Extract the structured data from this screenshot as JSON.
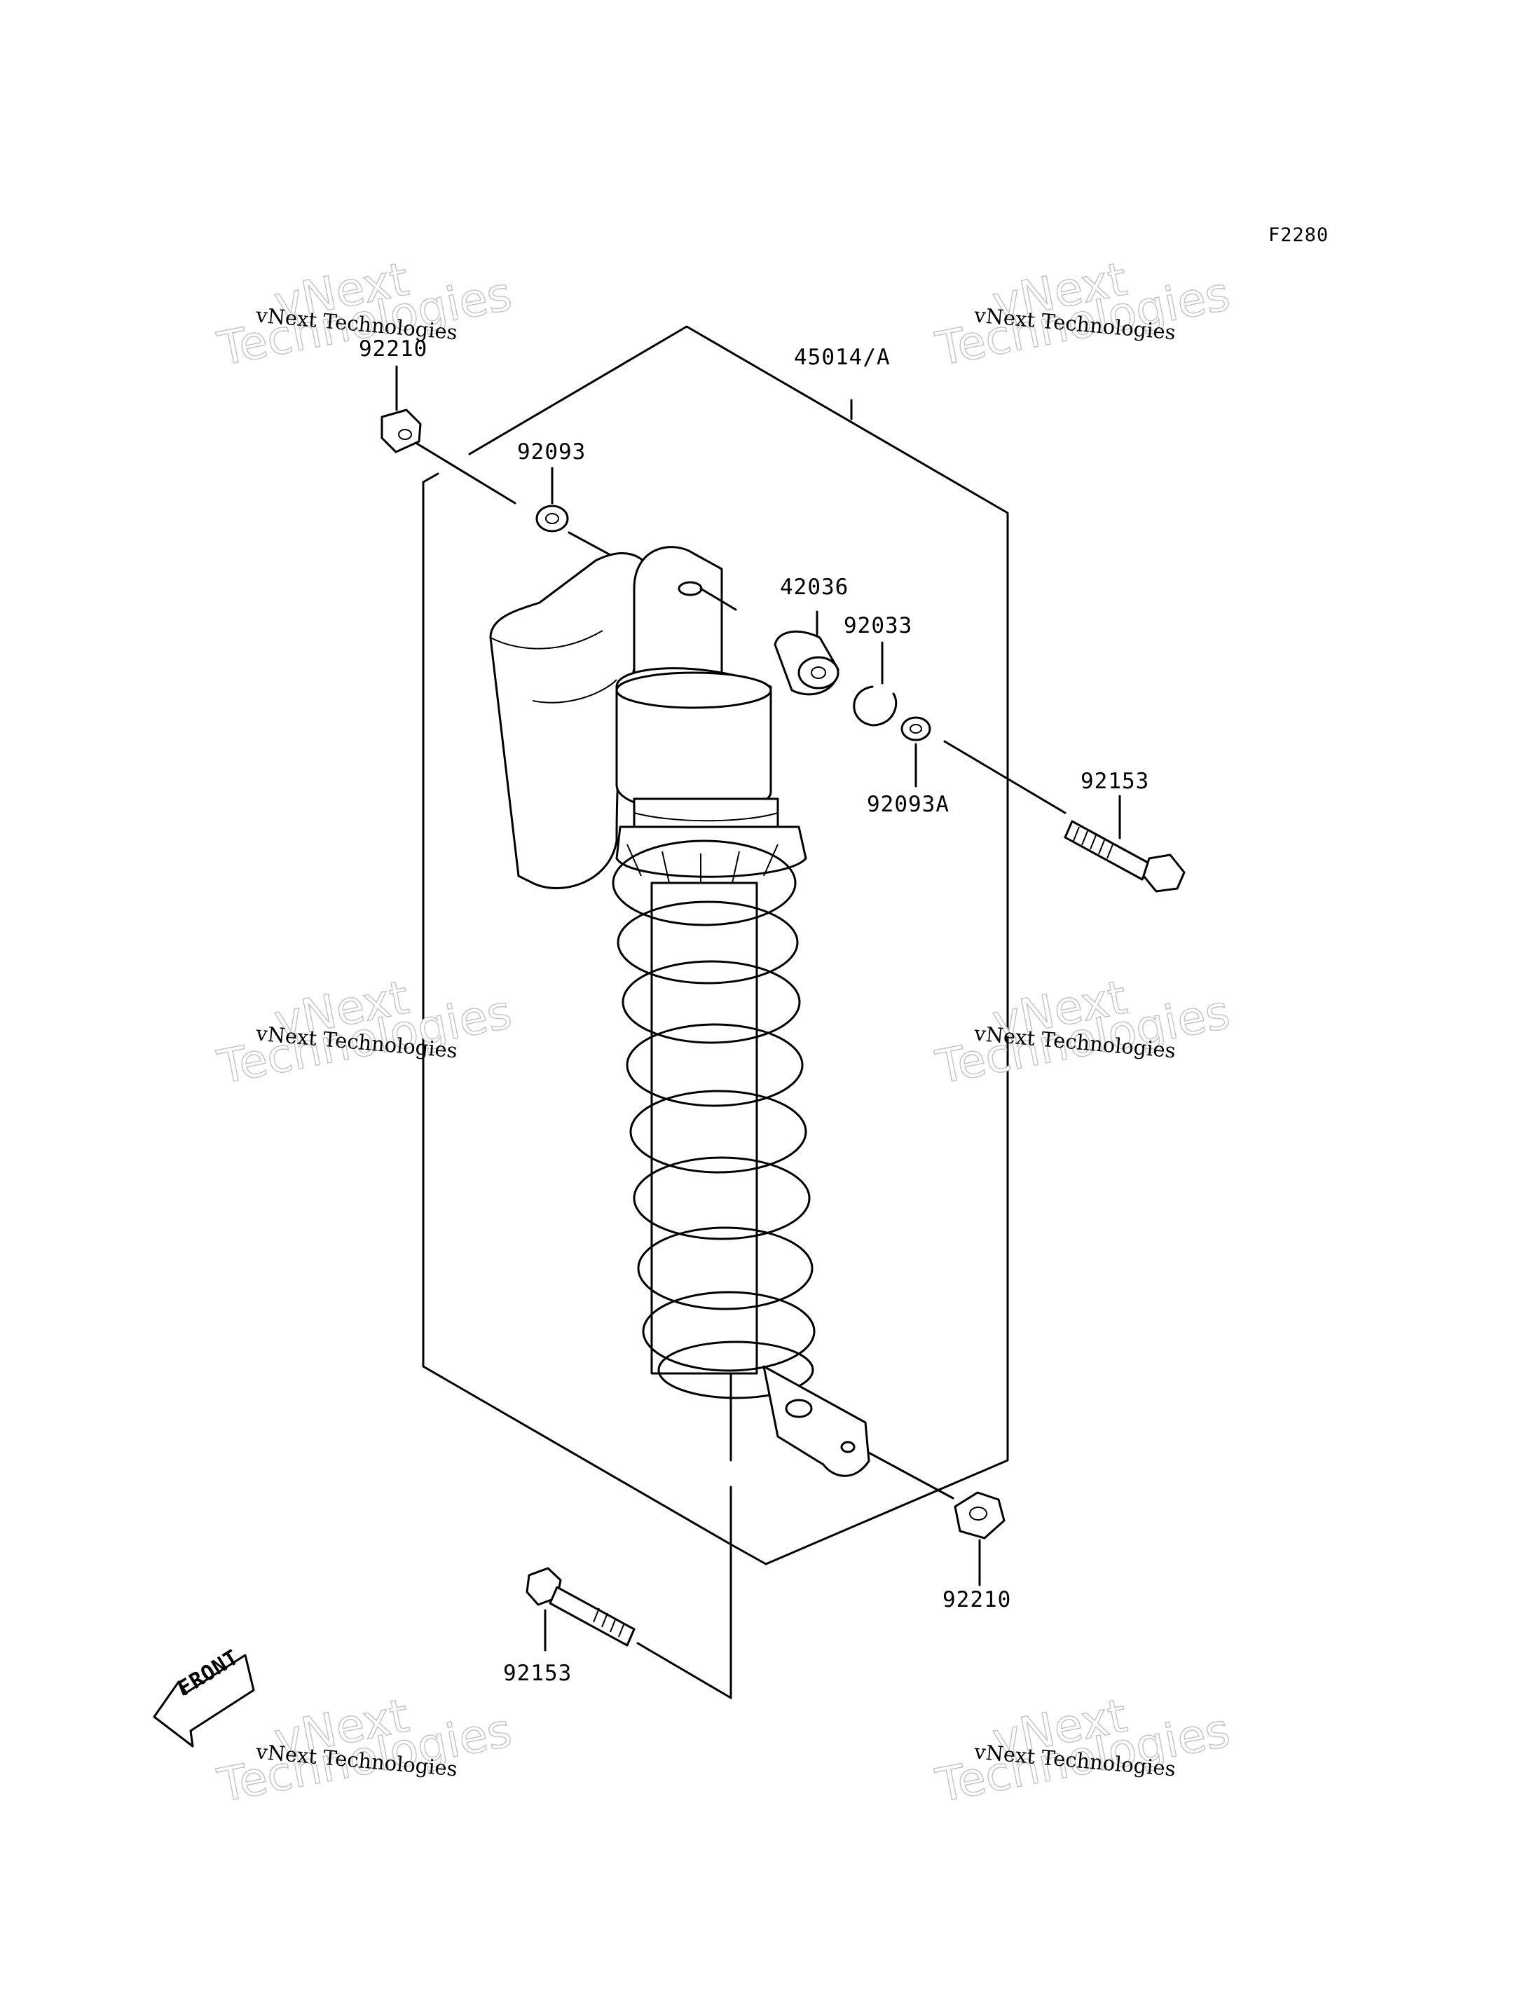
{
  "diagram_code": "F2280",
  "parts": {
    "nut_top": "92210",
    "assembly": "45014/A",
    "washer_top": "92093",
    "bushing": "42036",
    "circlip": "92033",
    "washer_right": "92093A",
    "bolt_right": "92153",
    "nut_bottom": "92210",
    "bolt_bottom": "92153"
  },
  "front_arrow_text": "FRONT",
  "watermark": {
    "line": "vNext Technologies",
    "big_top": "vNext",
    "big_bottom": "Technologies"
  }
}
